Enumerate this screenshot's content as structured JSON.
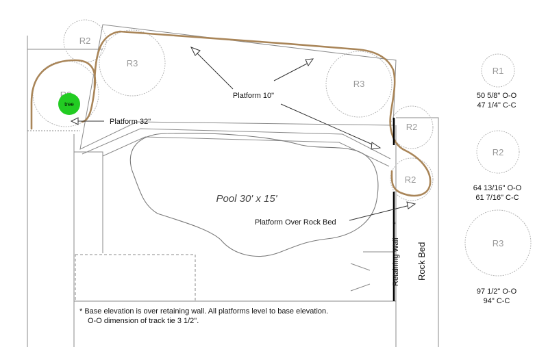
{
  "circles": {
    "r2_a": "R2",
    "r3_left": "R3",
    "r2_tree": "R2",
    "r3_right": "R3",
    "r2_right_top": "R2",
    "r2_right_bottom": "R2"
  },
  "tree": {
    "label": "tree",
    "color": "#22cc22"
  },
  "labels": {
    "platform_10": "Platform 10\"",
    "platform_32": "Platform 32\"",
    "platform_rock": "Platform Over Rock Bed",
    "pool": "Pool 30' x 15'",
    "retaining_wall": "Retaining Wall",
    "asterisk": "*",
    "rock_bed": "Rock Bed"
  },
  "legend": [
    {
      "name": "R1",
      "oo": "50 5/8\" O-O",
      "cc": "47 1/4\" C-C"
    },
    {
      "name": "R2",
      "oo": "64 13/16\" O-O",
      "cc": "61 7/16\" C-C"
    },
    {
      "name": "R3",
      "oo": "97 1/2\" O-O",
      "cc": "94\" C-C"
    }
  ],
  "note": {
    "line1": "*  Base elevation is over retaining wall.  All platforms level to base elevation.",
    "line2": "O-O dimension of track tie 3 1/2\"."
  },
  "colors": {
    "track": "#a98558",
    "outline": "#8a8a8a",
    "circle": "#b5b5b5",
    "wall": "#000000"
  }
}
